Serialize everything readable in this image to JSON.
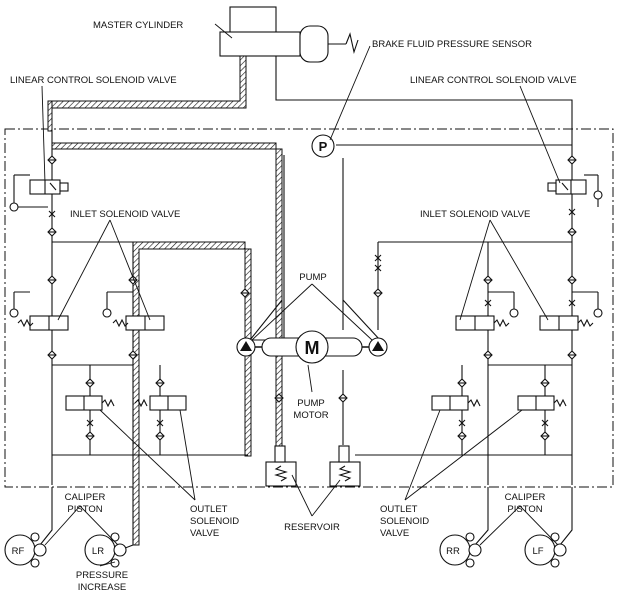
{
  "labels": {
    "master_cylinder": "MASTER CYLINDER",
    "brake_fluid_pressure_sensor": "BRAKE FLUID PRESSURE SENSOR",
    "linear_control_left": "LINEAR CONTROL SOLENOID VALVE",
    "linear_control_right": "LINEAR CONTROL SOLENOID VALVE",
    "inlet_left": "INLET SOLENOID VALVE",
    "inlet_right": "INLET SOLENOID VALVE",
    "pump": "PUMP",
    "pump_motor_1": "PUMP",
    "pump_motor_2": "MOTOR",
    "motor_letter": "M",
    "pressure_sensor_letter": "P",
    "caliper_left_1": "CALIPER",
    "caliper_left_2": "PISTON",
    "caliper_right_1": "CALIPER",
    "caliper_right_2": "PISTON",
    "outlet_left_1": "OUTLET",
    "outlet_left_2": "SOLENOID",
    "outlet_left_3": "VALVE",
    "outlet_right_1": "OUTLET",
    "outlet_right_2": "SOLENOID",
    "outlet_right_3": "VALVE",
    "reservoir": "RESERVOIR",
    "pressure_increase_1": "PRESSURE",
    "pressure_increase_2": "INCREASE",
    "wheel_rf": "RF",
    "wheel_lr": "LR",
    "wheel_rr": "RR",
    "wheel_lf": "LF"
  }
}
